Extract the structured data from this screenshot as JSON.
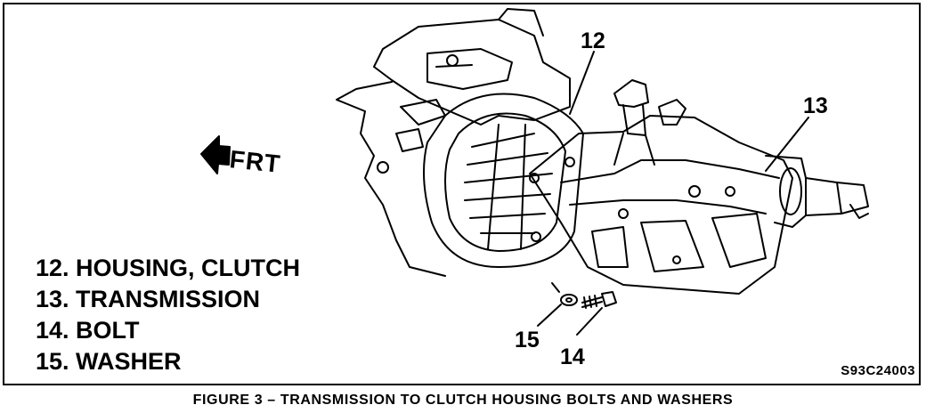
{
  "legend": [
    "12. HOUSING, CLUTCH",
    "13. TRANSMISSION",
    "14. BOLT",
    "15. WASHER"
  ],
  "callouts": {
    "c12": "12",
    "c13": "13",
    "c14": "14",
    "c15": "15"
  },
  "direction_label": "FRT",
  "figure_code": "S93C24003",
  "caption": "FIGURE 3 – TRANSMISSION TO CLUTCH HOUSING BOLTS AND WASHERS"
}
